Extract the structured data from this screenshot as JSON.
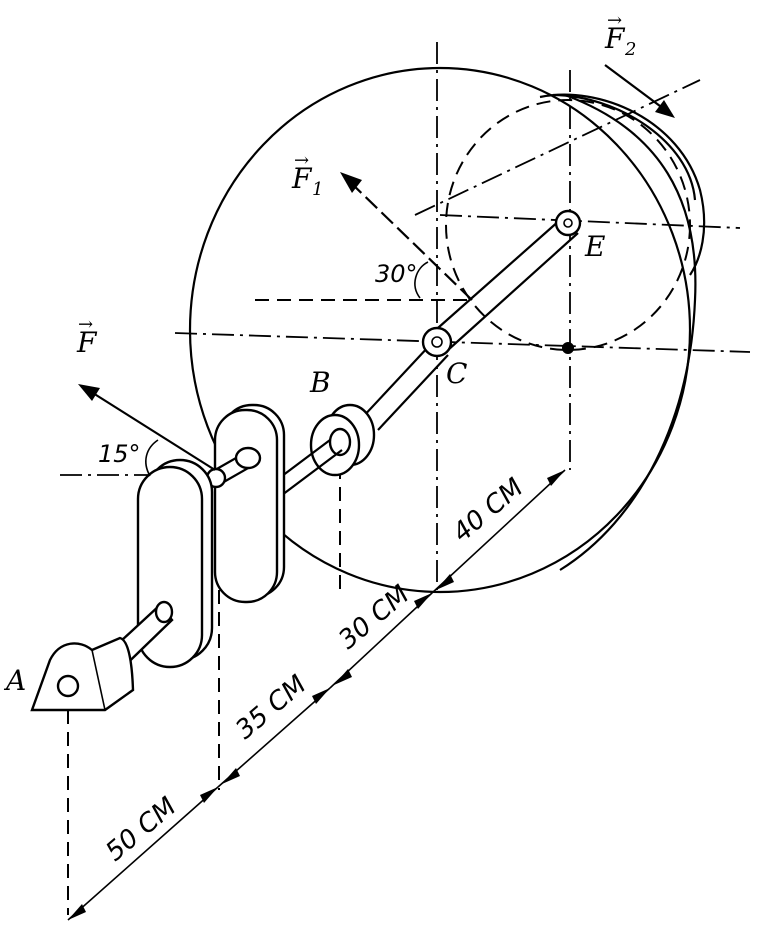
{
  "labels": {
    "point_a": "A",
    "point_b": "B",
    "point_c": "C",
    "point_e": "E"
  },
  "forces": {
    "f": {
      "letter": "F",
      "arrow": "→"
    },
    "f1": {
      "letter": "F",
      "sub": "1",
      "arrow": "→"
    },
    "f2": {
      "letter": "F",
      "sub": "2",
      "arrow": "→"
    }
  },
  "angles": {
    "f_angle": "15°",
    "f1_angle": "30°"
  },
  "dimensions": {
    "ab": "50 СМ",
    "b_pulley": "35 СМ",
    "to_c": "30 СМ",
    "c_to_e": "40 СМ"
  }
}
